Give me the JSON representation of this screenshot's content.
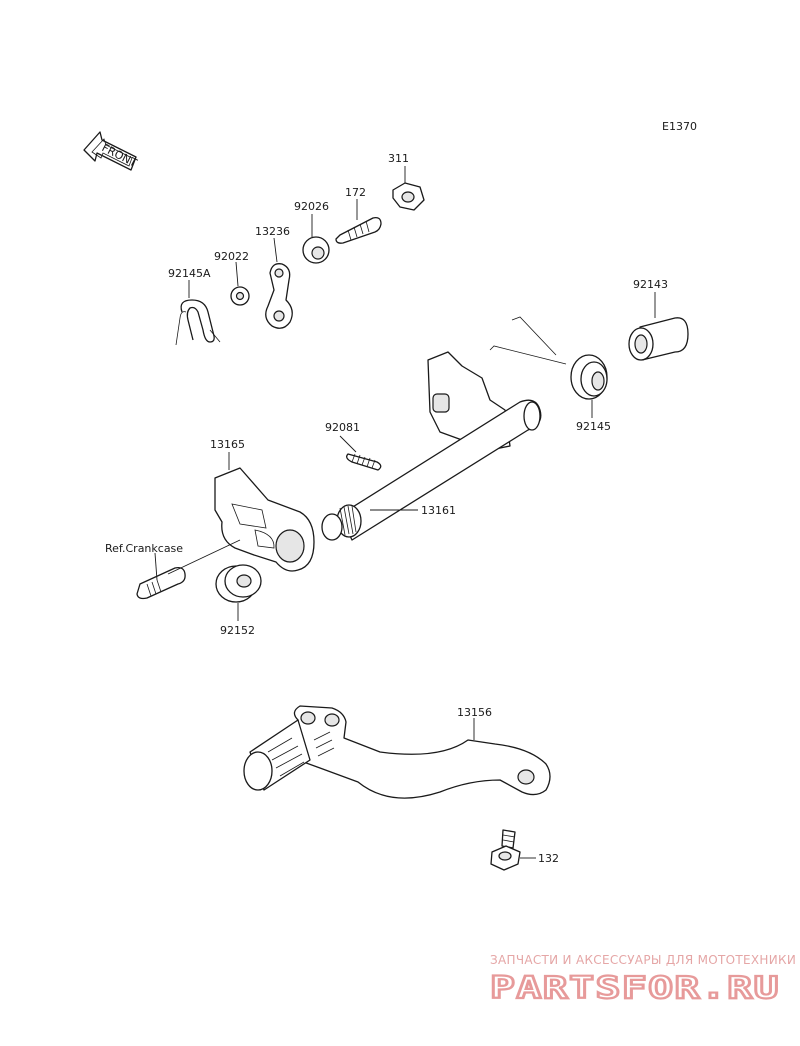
{
  "diagram_code": "E1370",
  "front_label": "FRONT",
  "ref_label": "Ref.Crankcase",
  "parts": {
    "p311": "311",
    "p172": "172",
    "p92026": "92026",
    "p13236": "13236",
    "p92022": "92022",
    "p92145A": "92145A",
    "p92143": "92143",
    "p92145": "92145",
    "p92081": "92081",
    "p13165": "13165",
    "p13161": "13161",
    "p92152": "92152",
    "p13156": "13156",
    "p132": "132"
  },
  "watermark": {
    "tagline": "ЗАПЧАСТИ И АКСЕССУАРЫ ДЛЯ МОТОТЕХНИКИ",
    "brand": "PARTSFOR.RU"
  }
}
